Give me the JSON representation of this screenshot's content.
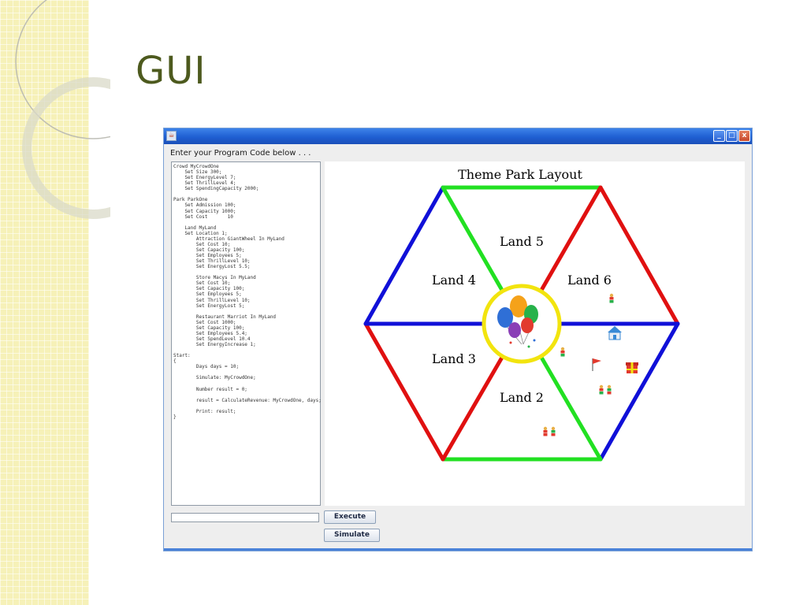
{
  "slide": {
    "title": "GUI"
  },
  "window": {
    "prompt": "Enter your Program Code  below . . .",
    "controls": {
      "minimize": "_",
      "maximize": "□",
      "close": "x"
    },
    "code_lines": [
      "Crowd MyCrowdOne",
      "    Set Size 300;",
      "    Set EnergyLevel 7;",
      "    Set ThrillLevel 4;",
      "    Set SpendingCapacity 2000;",
      "",
      "Park ParkOne",
      "    Set Admission 100;",
      "    Set Capacity 1000;",
      "    Set Cost       10",
      "",
      "    Land MyLand",
      "    Set Location 1;",
      "        Attraction GiantWheel In MyLand",
      "        Set Cost 10;",
      "        Set Capacity 100;",
      "        Set Employees 5;",
      "        Set ThrillLevel 10;",
      "        Set EnergyLost 5.5;",
      "",
      "        Store Macys In MyLand",
      "        Set Cost 10;",
      "        Set Capacity 100;",
      "        Set Employees 5;",
      "        Set ThrillLevel 10;",
      "        Set EnergyLost 5;",
      "",
      "        Restaurant Marriot In MyLand",
      "        Set Cost 1000;",
      "        Set Capacity 100;",
      "        Set Employees 5.4;",
      "        Set SpendLevel 10.4",
      "        Set EnergyIncrease 1;",
      "",
      "Start:",
      "{",
      "        Days days = 10;",
      "",
      "        Simulate: MyCrowdOne;",
      "",
      "        Number result = 0;",
      "",
      "        result = CalculateRevenue: MyCrowdOne, days;",
      "",
      "        Print: result;",
      "}"
    ],
    "command_input": {
      "value": ""
    },
    "buttons": {
      "execute": "Execute",
      "simulate": "Simulate"
    }
  },
  "layout": {
    "title": "Theme Park Layout",
    "lands": [
      "Land 5",
      "Land 4",
      "Land 6",
      "Land 3",
      "Land 2"
    ],
    "colors": {
      "blue": "#1010d8",
      "green": "#22e022",
      "red": "#e01010",
      "yellow": "#f2e40e"
    }
  }
}
